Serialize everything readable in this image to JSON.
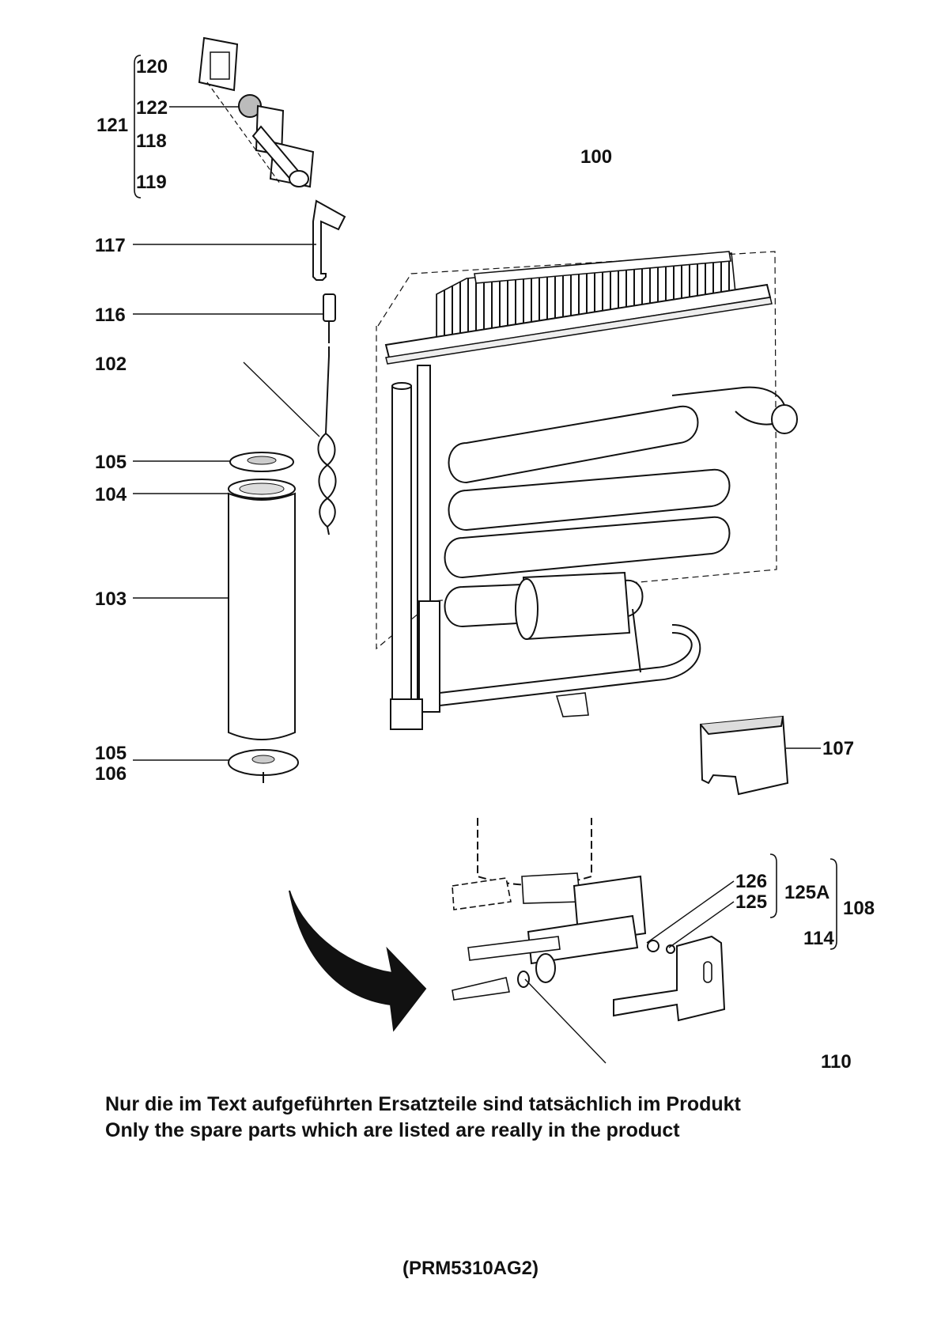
{
  "labels": {
    "p120": "120",
    "p122": "122",
    "p121": "121",
    "p118": "118",
    "p119": "119",
    "p100": "100",
    "p117": "117",
    "p116": "116",
    "p102": "102",
    "p105a": "105",
    "p104": "104",
    "p103": "103",
    "p105b": "105",
    "p106": "106",
    "p107": "107",
    "p126": "126",
    "p125": "125",
    "p125a": "125A",
    "p108": "108",
    "p114": "114",
    "p110": "110"
  },
  "notes": {
    "german": "Nur die im Text aufgeführten Ersatzteile sind tatsächlich im Produkt",
    "english": "Only the spare parts which are listed are really in the product"
  },
  "document_id": "(PRM5310AG2)",
  "colors": {
    "line": "#111111",
    "paper": "#ffffff",
    "shade": "#d9d9d9"
  }
}
